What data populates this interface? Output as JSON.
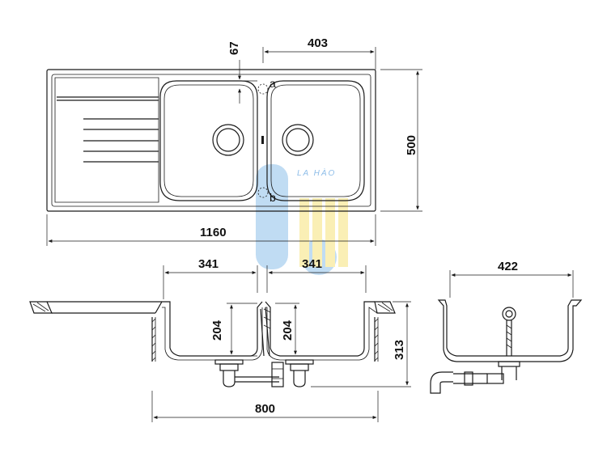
{
  "dimensions": {
    "overall_width": "1160",
    "overall_depth": "500",
    "bowl_spacing": "403",
    "drain_offset": "67",
    "bowl_width_left": "341",
    "bowl_width_right": "341",
    "bowl_depth_left": "204",
    "bowl_depth_right": "204",
    "total_height": "313",
    "cabinet_width": "800",
    "side_width": "422"
  },
  "labels": {
    "overflow_a": "a",
    "overflow_b": "b"
  },
  "watermark": {
    "text": "LA HÀO",
    "color_blue": "#2f86d6",
    "color_yellow": "#f2d21b"
  },
  "colors": {
    "line": "#1a1a1a"
  }
}
